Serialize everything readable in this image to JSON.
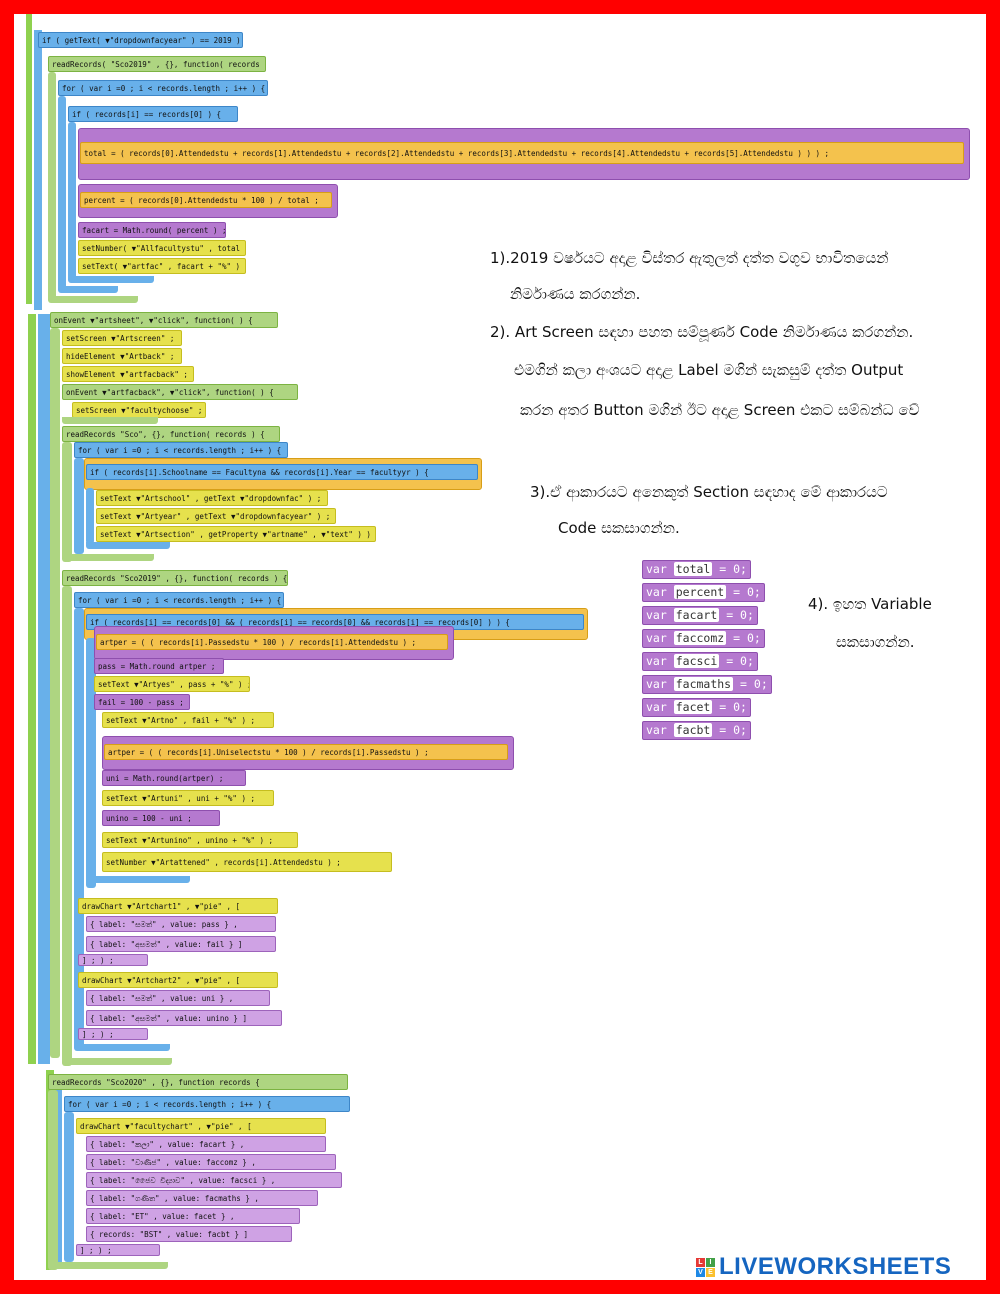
{
  "code_blocks": {
    "if_year": "if ( getText( ▼\"dropdownfacyear\" ) == 2019 ) {",
    "read_sco2019": "readRecords( \"Sco2019\" , {}, function( records ) {",
    "for_1": "for ( var i =0 ; i < records.length ; i++ ) {",
    "if_rec": "if ( records[i] == records[0] ) {",
    "total_line": "total = ( records[0].Attendedstu + records[1].Attendedstu + records[2].Attendedstu + records[3].Attendedstu + records[4].Attendedstu + records[5].Attendedstu ) ) ) ;",
    "percent_line": "percent = ( records[0].Attendedstu * 100 ) / total ;",
    "facart_line": "facart = Math.round( percent ) ;",
    "setnumber_line": "setNumber( ▼\"Allfacultystu\" , total ) ;",
    "settext_line": "setText( ▼\"artfac\" , facart + \"%\" ) ;",
    "onevent_artsheet": "onEvent ▼\"artsheet\", ▼\"click\", function( ) {",
    "setscreen_art": "setScreen ▼\"Artscreen\" ;",
    "hide_artback": "hideElement ▼\"Artback\" ;",
    "show_artfacback": "showElement ▼\"artfacback\" ;",
    "onevent_artfacback": "onEvent ▼\"artfacback\", ▼\"click\", function( ) {",
    "setscreen_faculty": "setScreen ▼\"facultychoose\" ;",
    "read_sco": "readRecords \"Sco\", {}, function( records ) {",
    "for_2": "for ( var i =0 ; i < records.length ; i++ ) {",
    "if_school": "if ( records[i].Schoolname == Facultyna && records[i].Year == facultyyr ) {",
    "settext_school": "setText ▼\"Artschool\" , getText ▼\"dropdownfac\" ) ;",
    "settext_year": "setText ▼\"Artyear\" , getText ▼\"dropdownfacyear\" ) ;",
    "settext_section": "setText ▼\"Artsection\" , getProperty ▼\"artname\" , ▼\"text\" ) ) ;",
    "read_sco2019_b": "readRecords \"Sco2019\" , {}, function( records ) {",
    "for_3": "for ( var i =0 ; i < records.length ; i++ ) {",
    "if_triple": "if ( records[i] == records[0] && ( records[i] == records[0] && records[i] == records[0] ) ) {",
    "artper_1": "artper = ( ( records[i].Passedstu * 100 ) / records[i].Attendedstu ) ;",
    "pass_line": "pass = Math.round artper ;",
    "settext_artyes": "setText ▼\"Artyes\" , pass + \"%\" ) ;",
    "fail_line": "fail = 100 - pass ;",
    "settext_artno": "setText ▼\"Artno\" , fail + \"%\" ) ;",
    "artper_2": "artper = ( ( records[i].Uniselectstu * 100 ) / records[i].Passedstu ) ;",
    "uni_line": "uni = Math.round(artper) ;",
    "settext_artuni": "setText ▼\"Artuni\" , uni + \"%\" ) ;",
    "unino_line": "unino = 100 - uni ;",
    "settext_artunino": "setText ▼\"Artunino\" , unino + \"%\" ) ;",
    "setnumber_attended": "setNumber ▼\"Artattened\" , records[i].Attendedstu ) ;",
    "drawchart_1": "drawChart ▼\"Artchart1\" , ▼\"pie\" , [",
    "chart1_a": "{ label: \"සමත්\" , value: pass } ,",
    "chart1_b": "{ label: \"අසමත්\" , value: fail } ]",
    "drawchart_2": "drawChart ▼\"Artchart2\" , ▼\"pie\" , [",
    "chart2_a": "{ label: \"සමත්\" , value: uni } ,",
    "chart2_b": "{ label: \"අසමත්\" , value: unino } ]",
    "read_sco2020": "readRecords \"Sco2020\" , {}, function records {",
    "for_4": "for ( var i =0 ; i < records.length ; i++ ) {",
    "drawchart_faculty": "drawChart ▼\"facultychart\" , ▼\"pie\" , [",
    "fc_1": "{ label: \"කලා\" , value: facart } ,",
    "fc_2": "{ label: \"වාණිජ\" , value: faccomz } ,",
    "fc_3": "{ label: \"ජෛව විද්‍යාව\" , value: facsci } ,",
    "fc_4": "{ label: \"ගණිත\" , value: facmaths } ,",
    "fc_5": "{ label: \"ET\" , value: facet } ,",
    "fc_6": "{ records: \"BST\" , value: facbt } ]",
    "close_list": "] ; ) ;"
  },
  "instructions": {
    "q1_line1": "1).2019 වර්ෂයට අදාළ විස්තර ඇතුලත් දත්ත වගුව භාවිතයෙන්",
    "q1_line2": "නිර්මාණය කරගන්න.",
    "q2_line1": "2). Art Screen සඳහා පහත සම්පූර්ණ Code  නිර්මාණය කරගන්න.",
    "q2_line2": "එමගින් කලා අංශයට අදාළ Label මගින් සැකසුම් දත්ත Output",
    "q2_line3": "කරන අතර  Button මගින් ඊට අදාළ Screen එකට සම්බන්ධ වේ",
    "q3_line1": "3).ඒ ආකාරයට අනෙකුත් Section සඳහාද මේ ආකාරයට",
    "q3_line2": "Code  සකසාගන්න.",
    "q4_line1": "4). ඉහත Variable",
    "q4_line2": "සකසාගන්න."
  },
  "variables": [
    {
      "kw": "var",
      "name": "total",
      "val": "= 0;"
    },
    {
      "kw": "var",
      "name": "percent",
      "val": "= 0;"
    },
    {
      "kw": "var",
      "name": "facart",
      "val": "= 0;"
    },
    {
      "kw": "var",
      "name": "faccomz",
      "val": "= 0;"
    },
    {
      "kw": "var",
      "name": "facsci",
      "val": "= 0;"
    },
    {
      "kw": "var",
      "name": "facmaths",
      "val": "= 0;"
    },
    {
      "kw": "var",
      "name": "facet",
      "val": "= 0;"
    },
    {
      "kw": "var",
      "name": "facbt",
      "val": "= 0;"
    }
  ],
  "logo": {
    "letters": [
      "L",
      "I",
      "V",
      "E"
    ],
    "text": "LIVEWORKSHEETS",
    "colors": [
      "#e53935",
      "#43a047",
      "#1e88e5",
      "#fbc02d"
    ]
  }
}
